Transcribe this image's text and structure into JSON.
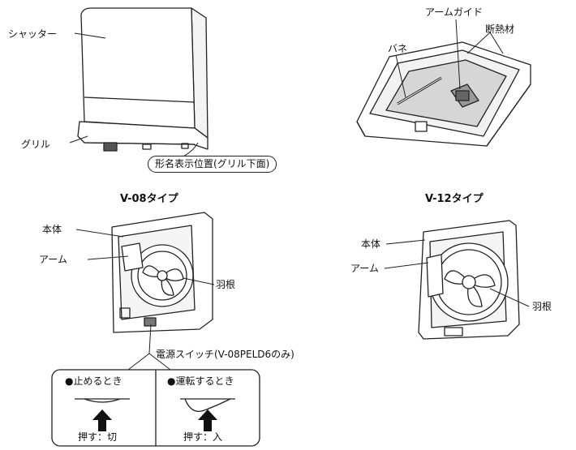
{
  "top_left": {
    "shutter_label": "シャッター",
    "grill_label": "グリル",
    "model_position_label": "形名表示位置(グリル下面)"
  },
  "top_right": {
    "arm_guide_label": "アームガイド",
    "insulation_label": "断熱材",
    "spring_label": "バネ"
  },
  "v08": {
    "title": "V-08タイプ",
    "body_label": "本体",
    "arm_label": "アーム",
    "blade_label": "羽根",
    "switch_label": "電源スイッチ(V-08PELD6のみ)"
  },
  "v12": {
    "title": "V-12タイプ",
    "body_label": "本体",
    "arm_label": "アーム",
    "blade_label": "羽根"
  },
  "switch_box": {
    "stop_heading": "●止めるとき",
    "stop_action": "押す：切",
    "run_heading": "●運転するとき",
    "run_action": "押す：入"
  }
}
